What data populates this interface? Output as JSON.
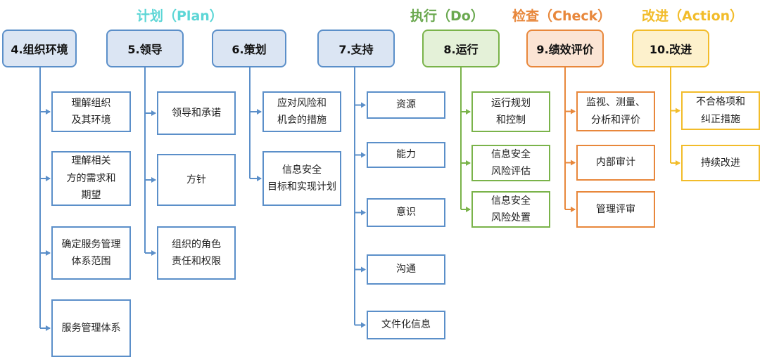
{
  "phases": {
    "plan": "计划（Plan）",
    "do": "执行（Do）",
    "check": "检查（Check）",
    "action": "改进（Action）"
  },
  "colors": {
    "plan_title": "#5cd6d6",
    "do_title": "#6aa84f",
    "check_title": "#e8873b",
    "action_title": "#f2bc2a",
    "blue_border": "#5b8fc9",
    "green_border": "#7ab34a",
    "orange_border": "#e8873b",
    "yellow_border": "#f2bc2a"
  },
  "clauses": [
    {
      "title": "4.组织环境",
      "items": [
        "理解组织\n及其环境",
        "理解相关\n方的需求和\n期望",
        "确定服务管理\n体系范围",
        "服务管理体系"
      ]
    },
    {
      "title": "5.领导",
      "items": [
        "领导和承诺",
        "方针",
        "组织的角色\n责任和权限"
      ]
    },
    {
      "title": "6.策划",
      "items": [
        "应对风险和\n机会的措施",
        "信息安全\n目标和实现计划"
      ]
    },
    {
      "title": "7.支持",
      "items": [
        "资源",
        "能力",
        "意识",
        "沟通",
        "文件化信息"
      ]
    },
    {
      "title": "8.运行",
      "items": [
        "运行规划\n和控制",
        "信息安全\n风险评估",
        "信息安全\n风险处置"
      ]
    },
    {
      "title": "9.绩效评价",
      "items": [
        "监视、测量、\n分析和评价",
        "内部审计",
        "管理评审"
      ]
    },
    {
      "title": "10.改进",
      "items": [
        "不合格项和\n纠正措施",
        "持续改进"
      ]
    }
  ]
}
